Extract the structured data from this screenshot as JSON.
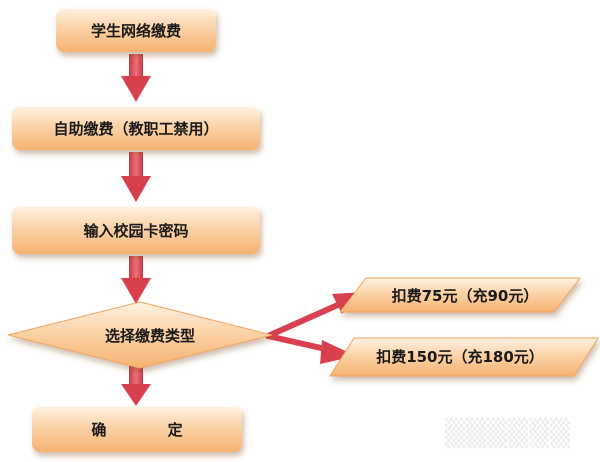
{
  "diagram": {
    "nodes": {
      "student_payment": "学生网络缴费",
      "self_payment": "自助缴费（教职工禁用）",
      "enter_password": "输入校园卡密码",
      "choose_type": "选择缴费类型",
      "deduct_75": "扣费75元（充90元）",
      "deduct_150": "扣费150元（充180元）",
      "confirm": "确 定"
    },
    "edges": [
      {
        "from": "student_payment",
        "to": "self_payment"
      },
      {
        "from": "self_payment",
        "to": "enter_password"
      },
      {
        "from": "enter_password",
        "to": "choose_type"
      },
      {
        "from": "choose_type",
        "to": "deduct_75"
      },
      {
        "from": "choose_type",
        "to": "deduct_150"
      },
      {
        "from": "choose_type",
        "to": "confirm"
      }
    ]
  },
  "colors": {
    "node_light": "#fff3e4",
    "node_mid": "#fbd3a8",
    "node_dark": "#f6b272",
    "arrow": "#e14b58"
  }
}
